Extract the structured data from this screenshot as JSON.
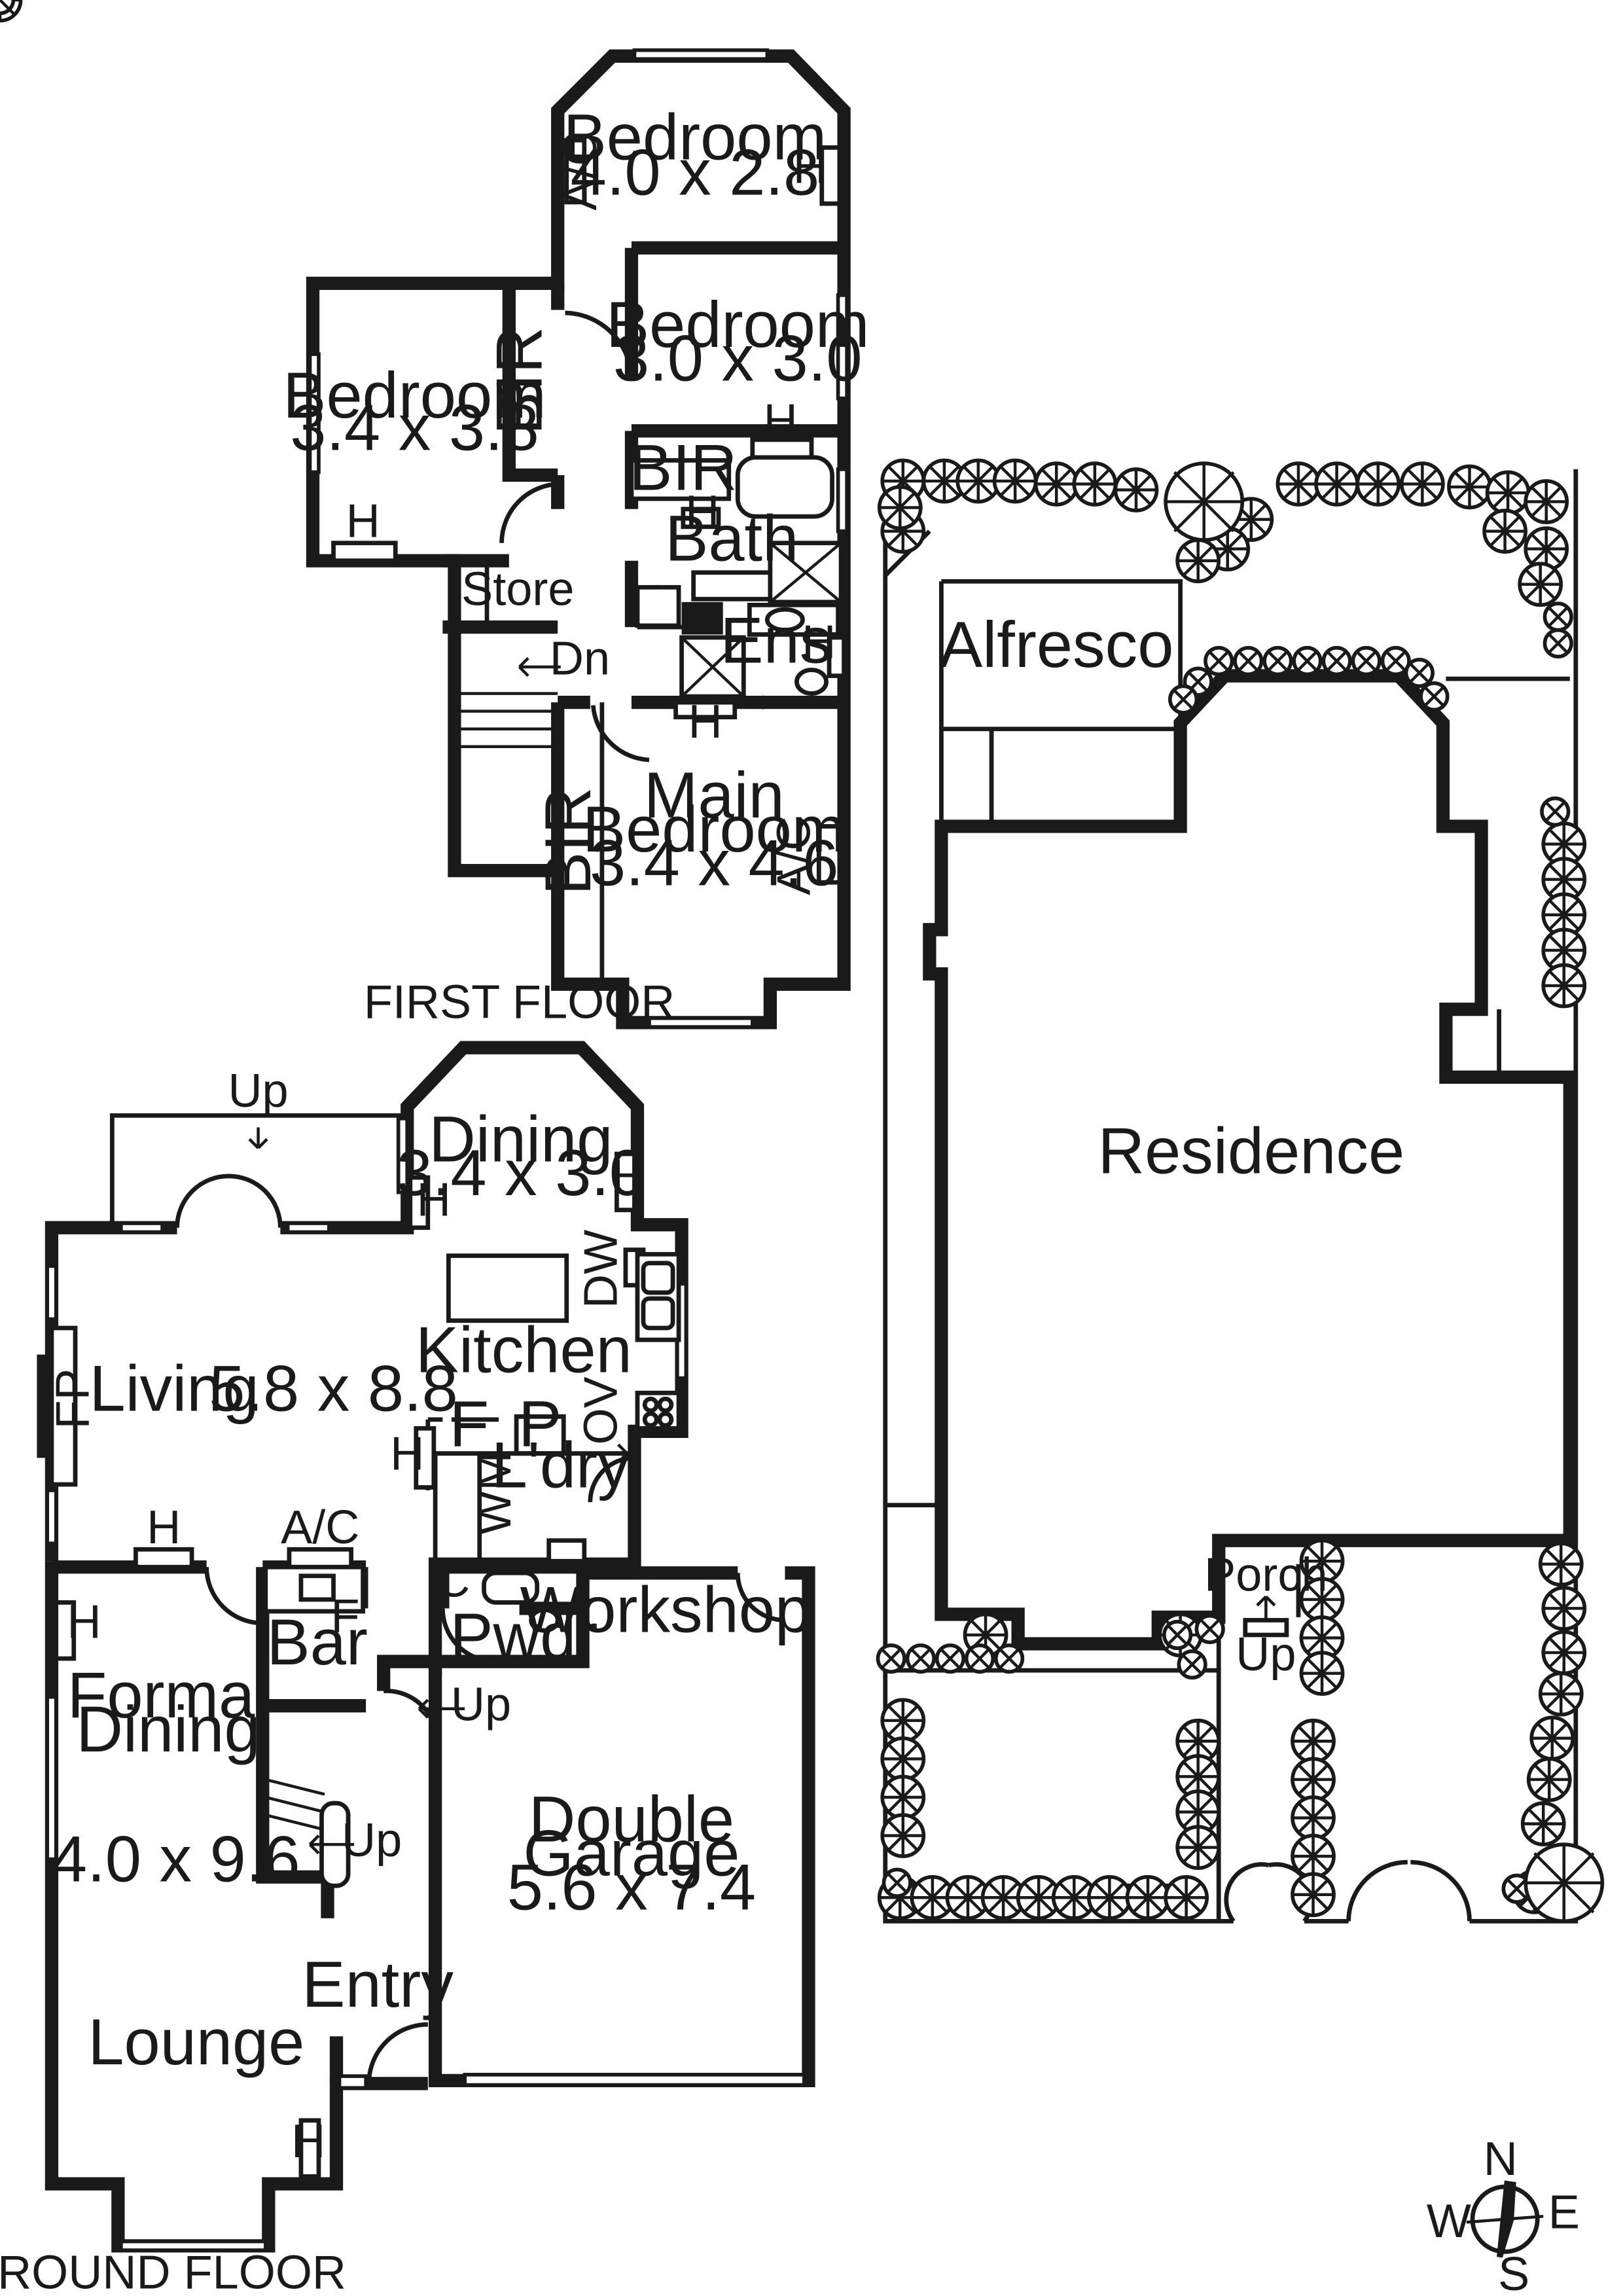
{
  "floors": {
    "first_floor_caption": "FIRST FLOOR",
    "ground_floor_caption": "GROUND FLOOR"
  },
  "first_floor": {
    "bedroom_north": {
      "name": "Bedroom",
      "size": "4.0 x 2.8"
    },
    "bedroom_middle": {
      "name": "Bedroom",
      "size": "3.0 x 3.0"
    },
    "bedroom_west": {
      "name": "Bedroom",
      "size": "3.4 x 3.8"
    },
    "main_bedroom": {
      "name_line1": "Main",
      "name_line2": "Bedroom",
      "size": "3.4 x 4.6"
    },
    "bath": "Bath",
    "ens": "Ens",
    "store": "Store",
    "bir": "BIR",
    "ac": "A/C",
    "heater": "H",
    "down": "Dn"
  },
  "ground_floor": {
    "dining": {
      "name": "Dining",
      "size": "3.4 x 3.0"
    },
    "kitchen": "Kitchen",
    "living": "Living",
    "living_size": "5.8 x 8.8",
    "formal_dining": {
      "name_line1": "Formal",
      "name_line2": "Dining",
      "size": "4.0 x 9.6"
    },
    "lounge": "Lounge",
    "entry": "Entry",
    "bar": "Bar",
    "pwdr": "Pwdr",
    "workshop": "Workshop",
    "laundry": "L'dry",
    "double_garage": {
      "name_line1": "Double",
      "name_line2": "Garage",
      "size": "5.6 x 7.4"
    },
    "fireplace": "FP",
    "dishwasher": "DW",
    "oven": "OV",
    "fridge": "F",
    "pantry": "P",
    "washing_machine": "WM",
    "cupboard": "C",
    "up": "Up",
    "ac": "A/C",
    "heater": "H"
  },
  "site": {
    "alfresco": "Alfresco",
    "residence": "Residence",
    "porch": "Porch",
    "up": "Up"
  },
  "compass": {
    "n": "N",
    "s": "S",
    "e": "E",
    "w": "W"
  }
}
